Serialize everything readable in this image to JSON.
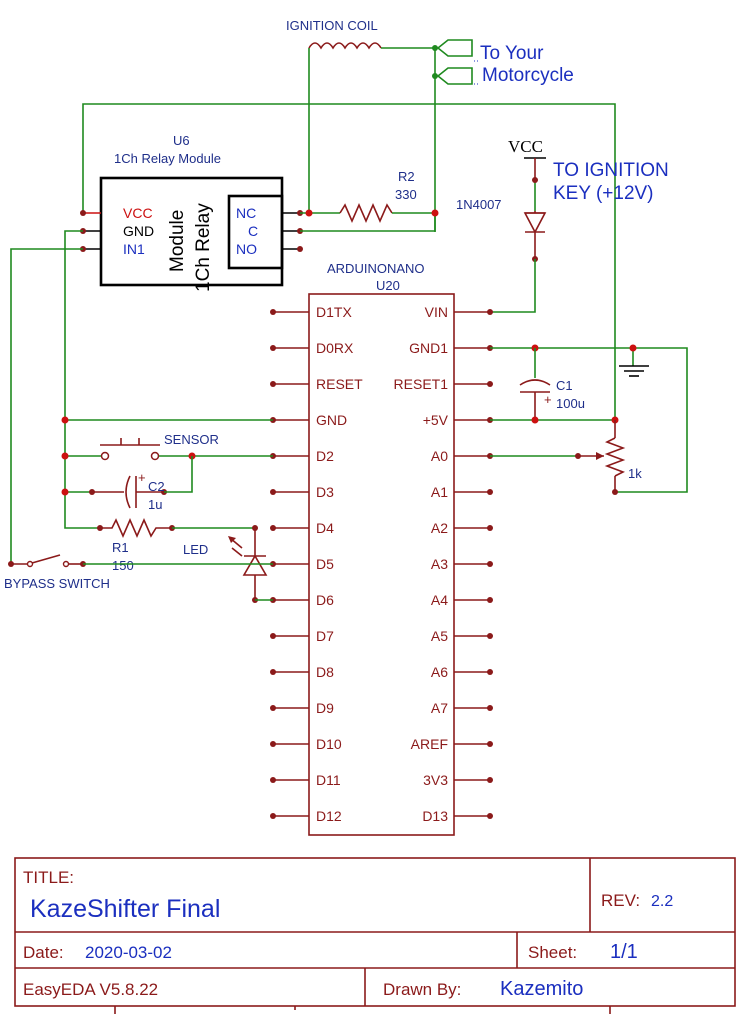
{
  "colors": {
    "wire": "#1f8a1f",
    "component": "#8b1a1a",
    "label": "#1f2f8a",
    "text_blue": "#1b2fbf",
    "junction": "#cc1010"
  },
  "schematic": {
    "ignition_coil": "IGNITION COIL",
    "to_your": "To Your",
    "motorcycle": "Motorcycle",
    "relay": {
      "designator": "U6",
      "name": "1Ch Relay Module",
      "body_line1": "Module",
      "body_line2": "1Ch Relay",
      "pins": [
        "VCC",
        "GND",
        "IN1"
      ],
      "contacts": [
        "NC",
        "C",
        "NO"
      ]
    },
    "r2": {
      "designator": "R2",
      "value": "330"
    },
    "vcc": "VCC",
    "ignition_key_line1": "TO IGNITION",
    "ignition_key_line2": "KEY (+12V)",
    "diode": "1N4007",
    "arduino": {
      "name": "ARDUINONANO",
      "designator": "U20",
      "left_pins": [
        "D1TX",
        "D0RX",
        "RESET",
        "GND",
        "D2",
        "D3",
        "D4",
        "D5",
        "D6",
        "D7",
        "D8",
        "D9",
        "D10",
        "D11",
        "D12"
      ],
      "right_pins": [
        "VIN",
        "GND1",
        "RESET1",
        "+5V",
        "A0",
        "A1",
        "A2",
        "A3",
        "A4",
        "A5",
        "A6",
        "A7",
        "AREF",
        "3V3",
        "D13"
      ]
    },
    "c1": {
      "designator": "C1",
      "value": "100u"
    },
    "pot": "1k",
    "sensor": "SENSOR",
    "c2": {
      "designator": "C2",
      "value": "1u"
    },
    "r1": {
      "designator": "R1",
      "value": "150"
    },
    "led": "LED",
    "bypass": "BYPASS SWITCH"
  },
  "title_block": {
    "title_label": "TITLE:",
    "title": "KazeShifter Final",
    "rev_label": "REV:",
    "rev": "2.2",
    "date_label": "Date:",
    "date": "2020-03-02",
    "sheet_label": "Sheet:",
    "sheet": "1/1",
    "software": "EasyEDA V5.8.22",
    "drawn_label": "Drawn By:",
    "drawn_by": "Kazemito"
  }
}
